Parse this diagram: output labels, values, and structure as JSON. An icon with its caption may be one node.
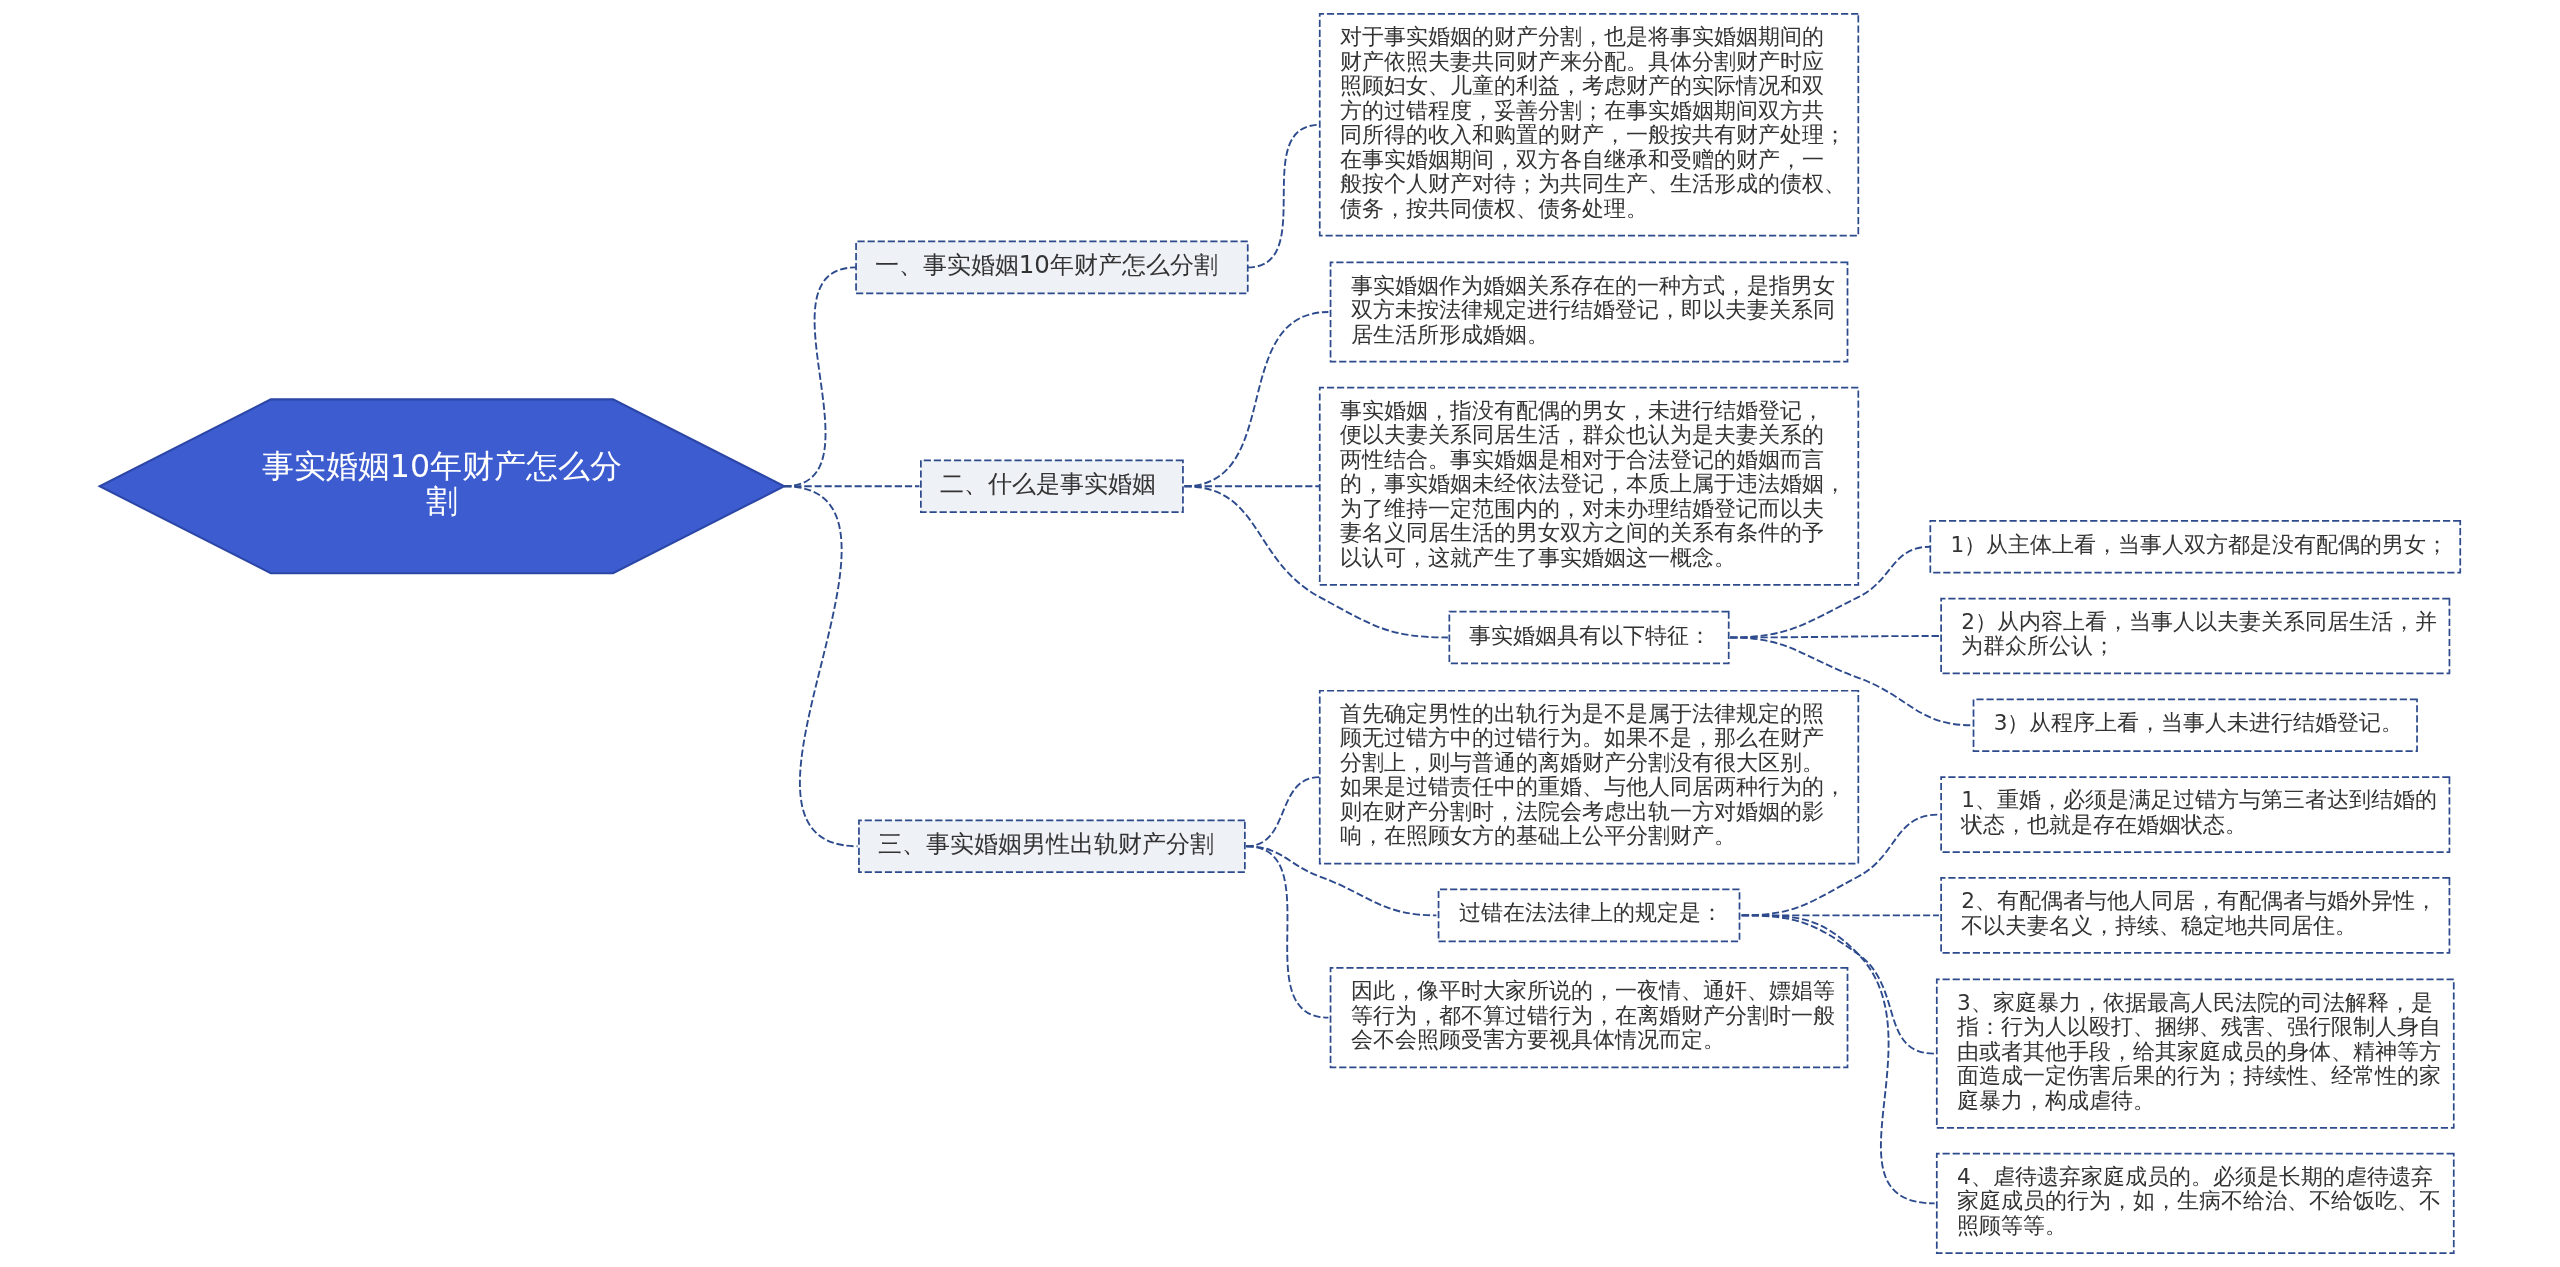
{
  "diagram": {
    "nodes": [
      {
        "text": [
          "事实婚姻10年财产怎么分割"
        ]
      },
      {
        "text": [
          "一、事实婚姻10年财产怎么分割"
        ]
      },
      {
        "text": [
          "对于事实婚姻的财产分割，也是将事实婚姻期间的财产依照夫妻共同财产来分配。具体分割财产时应照顾妇女、儿童的利益，考虑财产的实际情况和双方的过错程度，妥善分割；在事实婚姻期间双方共同所得的收入和购置的财产，一般按共有财产处理；在事实婚姻期间，双方各自继承和受赠的财产，一般按个人财产对待；为共同生产、生活形成的债权、债务，按共同债权、债务处理。"
        ]
      },
      {
        "text": [
          "二、什么是事实婚姻"
        ]
      },
      {
        "text": [
          "事实婚姻作为婚姻关系存在的一种方式，是指男女双方未按法律规定进行结婚登记，即以夫妻关系同居生活所形成婚姻。"
        ]
      },
      {
        "text": [
          "事实婚姻，指没有配偶的男女，未进行结婚登记，便以夫妻关系同居生活，群众也认为是夫妻关系的两性结合。事实婚姻是相对于合法登记的婚姻而言的，事实婚姻未经依法登记，本质上属于违法婚姻，为了维持一定范围内的，对未办理结婚登记而以夫妻名义同居生活的男女双方之间的关系有条件的予以认可，这就产生了事实婚姻这一概念。"
        ]
      },
      {
        "text": [
          "事实婚姻具有以下特征："
        ]
      },
      {
        "text": [
          "1）从主体上看，当事人双方都是没有配偶的男女；"
        ]
      },
      {
        "text": [
          "2）从内容上看，当事人以夫妻关系同居生活，并为群众所公认；"
        ]
      },
      {
        "text": [
          "3）从程序上看，当事人未进行结婚登记。"
        ]
      },
      {
        "text": [
          "三、事实婚姻男性出轨财产分割"
        ]
      },
      {
        "text": [
          "首先确定男性的出轨行为是不是属于法律规定的照顾无过错方中的过错行为。如果不是，那么在财产分割上，则与普通的离婚财产分割没有很大区别。如果是过错责任中的重婚、与他人同居两种行为的，则在财产分割时，法院会考虑出轨一方对婚姻的影响，在照顾女方的基础上公平分割财产。"
        ]
      },
      {
        "text": [
          "过错在法法律上的规定是："
        ]
      },
      {
        "text": [
          "1、重婚，必须是满足过错方与第三者达到结婚的状态，也就是存在婚姻状态。"
        ]
      },
      {
        "text": [
          "2、有配偶者与他人同居，有配偶者与婚外异性，不以夫妻名义，持续、稳定地共同居住。"
        ]
      },
      {
        "text": [
          "3、家庭暴力，依据最高人民法院的司法解释，是指：行为人以殴打、捆绑、残害、强行限制人身自由或者其他手段，给其家庭成员的身体、精神等方面造成一定伤害后果的行为；持续性、经常性的家庭暴力，构成虐待。"
        ]
      },
      {
        "text": [
          "4、虐待遗弃家庭成员的。必须是长期的虐待遗弃家庭成员的行为，如，生病不给治、不给饭吃、不照顾等等。"
        ]
      },
      {
        "text": [
          "因此，像平时大家所说的，一夜情、通奸、嫖娼等等行为，都不算过错行为，在离婚财产分割时一般会不会照顾受害方要视具体情况而定。"
        ]
      }
    ],
    "edges": [
      {
        "from": 0,
        "to": 1,
        "arrow": "none"
      },
      {
        "from": 1,
        "to": 2,
        "arrow": "none"
      },
      {
        "from": 0,
        "to": 3,
        "arrow": "none"
      },
      {
        "from": 3,
        "to": 4,
        "arrow": "none"
      },
      {
        "from": 3,
        "to": 5,
        "arrow": "none"
      },
      {
        "from": 3,
        "to": 6,
        "arrow": "none"
      },
      {
        "from": 6,
        "to": 7,
        "arrow": "none"
      },
      {
        "from": 6,
        "to": 8,
        "arrow": "none"
      },
      {
        "from": 6,
        "to": 9,
        "arrow": "none"
      },
      {
        "from": 0,
        "to": 10,
        "arrow": "none"
      },
      {
        "from": 10,
        "to": 11,
        "arrow": "none"
      },
      {
        "from": 10,
        "to": 12,
        "arrow": "none"
      },
      {
        "from": 12,
        "to": 13,
        "arrow": "none"
      },
      {
        "from": 12,
        "to": 14,
        "arrow": "none"
      },
      {
        "from": 12,
        "to": 15,
        "arrow": "none"
      },
      {
        "from": 12,
        "to": 16,
        "arrow": "none"
      },
      {
        "from": 10,
        "to": 17,
        "arrow": "none"
      }
    ]
  }
}
